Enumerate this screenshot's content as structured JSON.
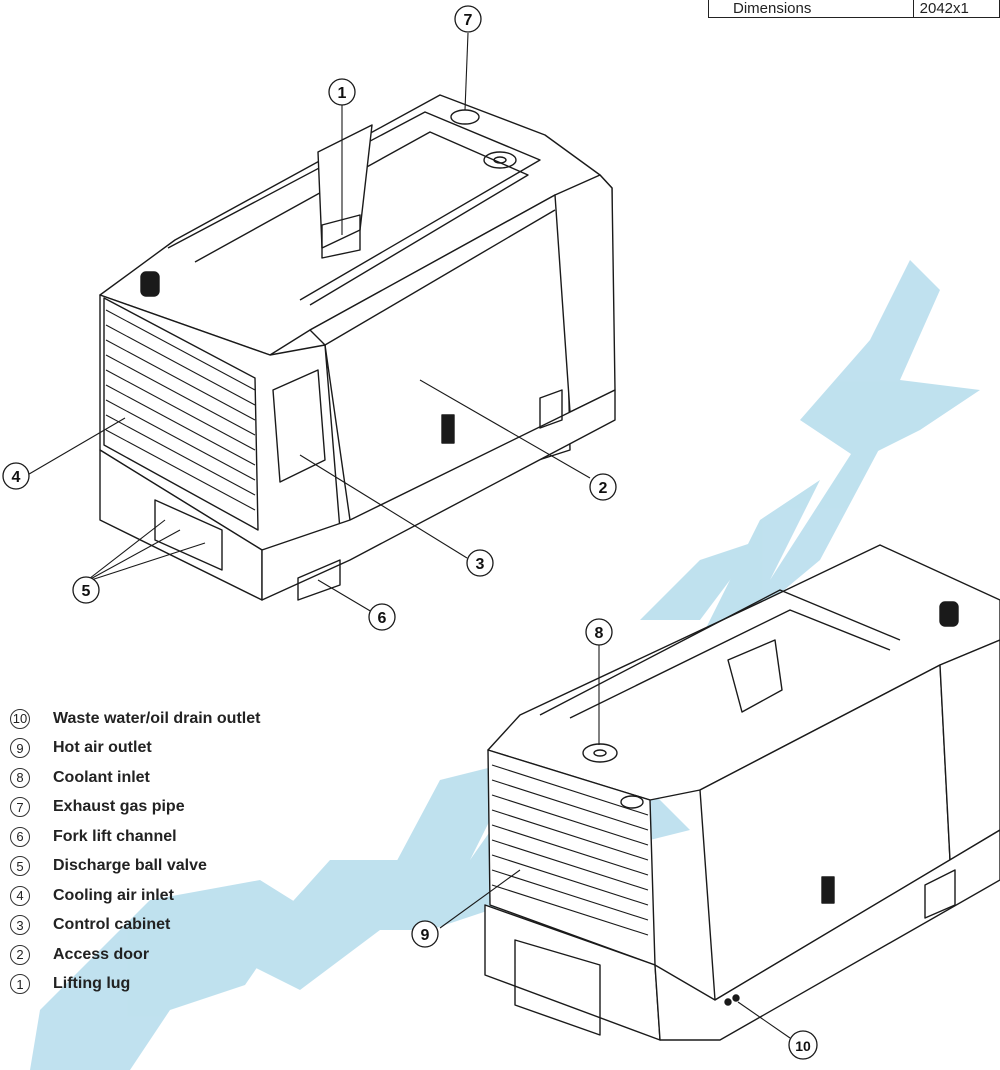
{
  "header": {
    "label": "Dimensions",
    "value": "2042x1"
  },
  "legend": [
    {
      "num": "10",
      "label": "Waste water/oil drain outlet"
    },
    {
      "num": "9",
      "label": "Hot air outlet"
    },
    {
      "num": "8",
      "label": "Coolant inlet"
    },
    {
      "num": "7",
      "label": "Exhaust gas pipe"
    },
    {
      "num": "6",
      "label": "Fork lift channel"
    },
    {
      "num": "5",
      "label": "Discharge ball valve"
    },
    {
      "num": "4",
      "label": "Cooling air inlet"
    },
    {
      "num": "3",
      "label": "Control cabinet"
    },
    {
      "num": "2",
      "label": "Access door"
    },
    {
      "num": "1",
      "label": "Lifting lug"
    }
  ],
  "callouts": {
    "c1": "1",
    "c2": "2",
    "c3": "3",
    "c4": "4",
    "c5": "5",
    "c6": "6",
    "c7": "7",
    "c8": "8",
    "c9": "9",
    "c10": "10"
  },
  "colors": {
    "watermark": "#b5dcec",
    "line": "#1a1a1a"
  }
}
